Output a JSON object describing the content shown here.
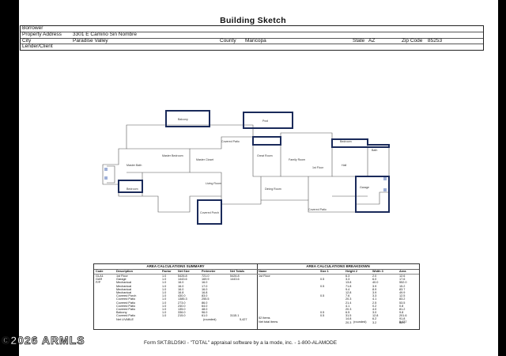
{
  "page": {
    "title": "Building Sketch"
  },
  "header": {
    "borrower_label": "Borrower",
    "borrower_value": "",
    "property_label": "Property Address",
    "property_value": "3301 E Camino Sin Nombre",
    "city_label": "City",
    "city_value": "Paradise Valley",
    "county_label": "County",
    "county_value": "Maricopa",
    "state_label": "State",
    "state_value": "AZ",
    "zip_label": "Zip Code",
    "zip_value": "85253",
    "lender_label": "Lender/Client",
    "lender_value": ""
  },
  "summary": {
    "title": "AREA CALCULATIONS SUMMARY",
    "headers": [
      "Code",
      "Description",
      "Factor",
      "Net Size",
      "Perimeter",
      "Net Totals"
    ],
    "rows": [
      [
        "GLA1",
        "1st Floor",
        "1.0",
        "5426.8",
        "721.0",
        "5426.8"
      ],
      [
        "GAR",
        "Garage",
        "1.0",
        "1443.6",
        "169.9",
        "1443.6"
      ],
      [
        "P/P",
        "Mechanical",
        "1.0",
        "16.0",
        "16.0",
        ""
      ],
      [
        "",
        "Mechanical",
        "1.0",
        "16.0",
        "17.0",
        ""
      ],
      [
        "",
        "Mechanical",
        "1.0",
        "16.0",
        "16.0",
        ""
      ],
      [
        "",
        "Mechanical",
        "1.0",
        "16.8",
        "16.8",
        ""
      ],
      [
        "",
        "Covered Porch",
        "1.0",
        "430.0",
        "83.0",
        ""
      ],
      [
        "",
        "Covered Patio",
        "1.0",
        "1385.3",
        "255.5",
        ""
      ],
      [
        "",
        "Covered Patio",
        "1.0",
        "273.0",
        "86.0",
        ""
      ],
      [
        "",
        "Covered Patio",
        "1.0",
        "240.0",
        "64.0",
        ""
      ],
      [
        "",
        "Covered Patio",
        "1.0",
        "135.0",
        "48.0",
        ""
      ],
      [
        "",
        "Balcony",
        "1.0",
        "336.0",
        "96.0",
        ""
      ],
      [
        "",
        "Covered Patio",
        "1.0",
        "215.0",
        "61.0",
        "3115.1"
      ]
    ],
    "footer_left": "Net LIVABLE",
    "footer_mid": "(rounded)",
    "footer_right": "5,427"
  },
  "breakdown": {
    "title": "AREA CALCULATIONS BREAKDOWN",
    "headers": [
      "Name",
      "Size 1",
      "Height 2",
      "Width 3",
      "Area"
    ],
    "rows": [
      [
        "1st Floor",
        "",
        "6.3",
        "2.0",
        "12.6"
      ],
      [
        "",
        "0.5",
        "3.3",
        "6.0",
        "17.6"
      ],
      [
        "",
        "",
        "13.8",
        "40.0",
        "552.0"
      ],
      [
        "",
        "0.5",
        "71.8",
        "3.9",
        "15.2"
      ],
      [
        "",
        "",
        "9.4",
        "8.9",
        "83.7"
      ],
      [
        "",
        "",
        "12.8",
        "3.9",
        "49.9"
      ],
      [
        "",
        "0.5",
        "7.6",
        "3.3",
        "12.5"
      ],
      [
        "",
        "",
        "20.3",
        "4.1",
        "83.2"
      ],
      [
        "",
        "",
        "21.4",
        "2.5",
        "53.5"
      ],
      [
        "",
        "",
        "4.1",
        "0.2",
        "0.8"
      ],
      [
        "",
        "",
        "20.3",
        "4.0",
        "81.2"
      ],
      [
        "",
        "0.5",
        "6.5",
        "3.0",
        "9.8"
      ],
      [
        "",
        "0.5",
        "31.5",
        "12.8",
        "201.6"
      ],
      [
        "",
        "",
        "14.8",
        "6.2",
        "91.8"
      ],
      [
        "",
        "",
        "20.3",
        "3.2",
        "65.0"
      ]
    ],
    "footer_items": "52 Items",
    "footer_total": "Net total items",
    "footer_mid": "(rounded)",
    "footer_right": "5,427"
  },
  "watermark": "©2026 ARMLS",
  "footer": "Form SKT.BLDSKI - \"TOTAL\" appraisal software by a la mode, inc. - 1-800-ALAMODE"
}
